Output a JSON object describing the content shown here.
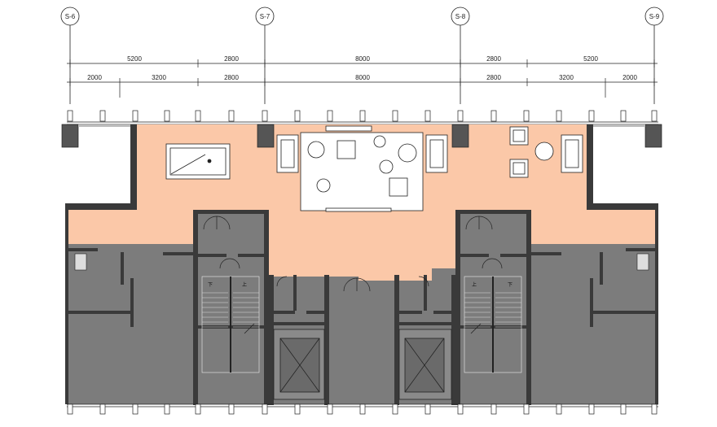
{
  "drawing": {
    "grid_axes": [
      "S-6",
      "S-7",
      "S-8",
      "S-9"
    ],
    "dimensions_top_row": [
      "5200",
      "2800",
      "8000",
      "2800",
      "5200"
    ],
    "dimensions_second_row": [
      "2000",
      "3200",
      "2800",
      "8000",
      "2800",
      "3200",
      "2000"
    ],
    "stair_labels": [
      "下",
      "上",
      "上",
      "下"
    ]
  },
  "colors": {
    "public_area": "#fbc8a8",
    "core_area": "#7c7c7c",
    "wall": "#3a3a3a",
    "furniture": "#ffffff",
    "line": "#222222"
  },
  "icons": [
    "billiard-table-icon",
    "sofa-icon",
    "round-table-icon",
    "square-table-icon",
    "armchair-icon",
    "elevator-icon",
    "stair-icon",
    "door-swing-icon"
  ]
}
